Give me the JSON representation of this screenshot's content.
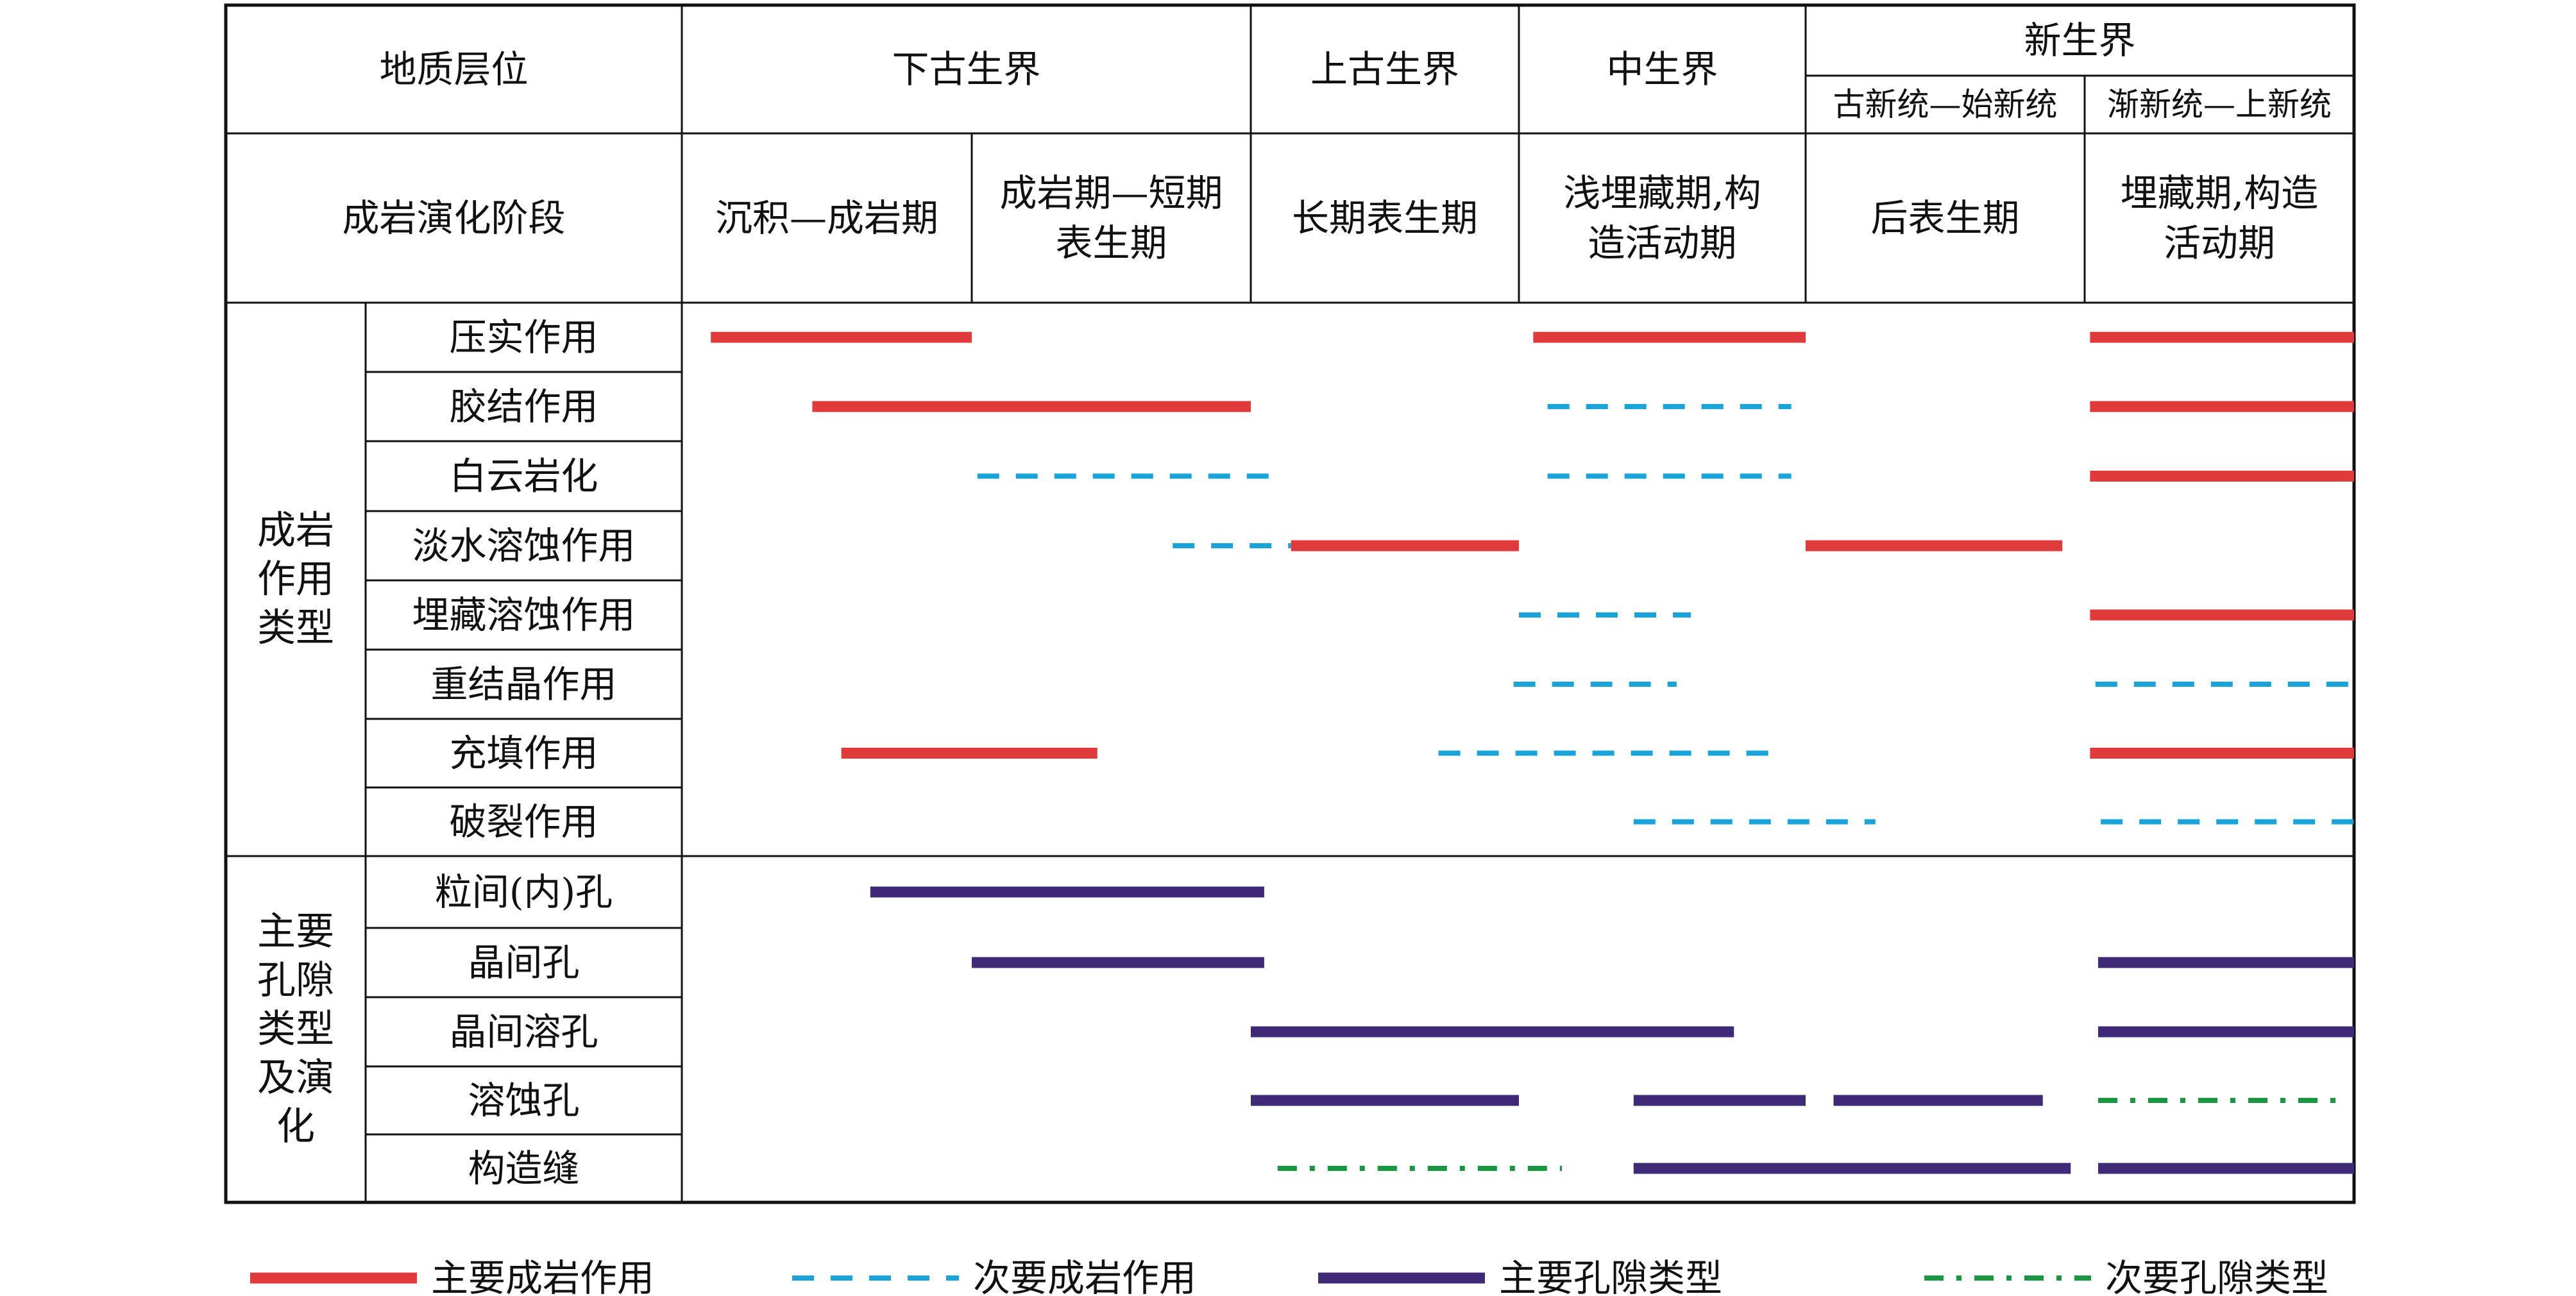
{
  "header": {
    "geo_label": "地质层位",
    "stage_label": "成岩演化阶段",
    "eras": [
      {
        "name": "下古生界"
      },
      {
        "name": "上古生界"
      },
      {
        "name": "中生界"
      },
      {
        "name": "新生界",
        "sub": [
          "古新统—始新统",
          "渐新统—上新统"
        ]
      }
    ],
    "stages": [
      {
        "lines": [
          "沉积—成岩期"
        ]
      },
      {
        "lines": [
          "成岩期—短期",
          "表生期"
        ]
      },
      {
        "lines": [
          "长期表生期"
        ]
      },
      {
        "lines": [
          "浅埋藏期,构",
          "造活动期"
        ]
      },
      {
        "lines": [
          "后表生期"
        ]
      },
      {
        "lines": [
          "埋藏期,构造",
          "活动期"
        ]
      }
    ]
  },
  "groups": [
    {
      "label_lines": [
        "成岩",
        "作用",
        "类型"
      ],
      "rows": [
        {
          "name": "压实作用",
          "bars": [
            {
              "from": 0.1,
              "to": 1.0,
              "kind": "major_diag"
            },
            {
              "from": 3.05,
              "to": 4.0,
              "kind": "major_diag"
            },
            {
              "from": 5.02,
              "to": 6.0,
              "kind": "major_diag"
            }
          ]
        },
        {
          "name": "胶结作用",
          "bars": [
            {
              "from": 0.45,
              "to": 2.0,
              "kind": "major_diag"
            },
            {
              "from": 3.1,
              "to": 3.95,
              "kind": "minor_diag"
            },
            {
              "from": 5.02,
              "to": 6.0,
              "kind": "major_diag"
            }
          ]
        },
        {
          "name": "白云岩化",
          "bars": [
            {
              "from": 1.02,
              "to": 2.08,
              "kind": "minor_diag"
            },
            {
              "from": 3.1,
              "to": 3.95,
              "kind": "minor_diag"
            },
            {
              "from": 5.02,
              "to": 6.0,
              "kind": "major_diag"
            }
          ]
        },
        {
          "name": "淡水溶蚀作用",
          "bars": [
            {
              "from": 1.72,
              "to": 2.15,
              "kind": "minor_diag"
            },
            {
              "from": 2.15,
              "to": 3.0,
              "kind": "major_diag"
            },
            {
              "from": 4.0,
              "to": 4.92,
              "kind": "major_diag"
            }
          ]
        },
        {
          "name": "埋藏溶蚀作用",
          "bars": [
            {
              "from": 3.0,
              "to": 3.6,
              "kind": "minor_diag"
            },
            {
              "from": 5.02,
              "to": 6.0,
              "kind": "major_diag"
            }
          ]
        },
        {
          "name": "重结晶作用",
          "bars": [
            {
              "from": 2.98,
              "to": 3.55,
              "kind": "minor_diag"
            },
            {
              "from": 5.04,
              "to": 6.0,
              "kind": "minor_diag"
            }
          ]
        },
        {
          "name": "充填作用",
          "bars": [
            {
              "from": 0.55,
              "to": 1.45,
              "kind": "major_diag"
            },
            {
              "from": 2.7,
              "to": 3.9,
              "kind": "minor_diag"
            },
            {
              "from": 5.02,
              "to": 6.0,
              "kind": "major_diag"
            }
          ]
        },
        {
          "name": "破裂作用",
          "bars": [
            {
              "from": 3.4,
              "to": 4.25,
              "kind": "minor_diag"
            },
            {
              "from": 5.06,
              "to": 6.0,
              "kind": "minor_diag"
            }
          ]
        }
      ]
    },
    {
      "label_lines": [
        "主要",
        "孔隙",
        "类型",
        "及演",
        "化"
      ],
      "rows": [
        {
          "name": "粒间(内)孔",
          "bars": [
            {
              "from": 0.65,
              "to": 2.05,
              "kind": "major_pore"
            }
          ]
        },
        {
          "name": "晶间孔",
          "bars": [
            {
              "from": 1.0,
              "to": 2.05,
              "kind": "major_pore"
            },
            {
              "from": 5.05,
              "to": 6.0,
              "kind": "major_pore"
            }
          ]
        },
        {
          "name": "晶间溶孔",
          "bars": [
            {
              "from": 2.0,
              "to": 3.75,
              "kind": "major_pore"
            },
            {
              "from": 5.05,
              "to": 6.0,
              "kind": "major_pore"
            }
          ]
        },
        {
          "name": "溶蚀孔",
          "bars": [
            {
              "from": 2.0,
              "to": 3.0,
              "kind": "major_pore"
            },
            {
              "from": 3.4,
              "to": 4.0,
              "kind": "major_pore"
            },
            {
              "from": 4.1,
              "to": 4.85,
              "kind": "major_pore"
            },
            {
              "from": 5.05,
              "to": 5.95,
              "kind": "minor_pore"
            }
          ]
        },
        {
          "name": "构造缝",
          "bars": [
            {
              "from": 2.1,
              "to": 3.15,
              "kind": "minor_pore"
            },
            {
              "from": 3.4,
              "to": 4.95,
              "kind": "major_pore"
            },
            {
              "from": 5.05,
              "to": 6.0,
              "kind": "major_pore"
            }
          ]
        }
      ]
    }
  ],
  "legend": [
    {
      "kind": "major_diag",
      "label": "主要成岩作用"
    },
    {
      "kind": "minor_diag",
      "label": "次要成岩作用"
    },
    {
      "kind": "major_pore",
      "label": "主要孔隙类型"
    },
    {
      "kind": "minor_pore",
      "label": "次要孔隙类型"
    }
  ],
  "styles": {
    "major_diag": {
      "color": "#e03a3a",
      "pattern": "solid"
    },
    "minor_diag": {
      "color": "#1aa3d9",
      "pattern": "dash"
    },
    "major_pore": {
      "color": "#3f2a78",
      "pattern": "solid"
    },
    "minor_pore": {
      "color": "#1a9640",
      "pattern": "dashdot"
    }
  }
}
